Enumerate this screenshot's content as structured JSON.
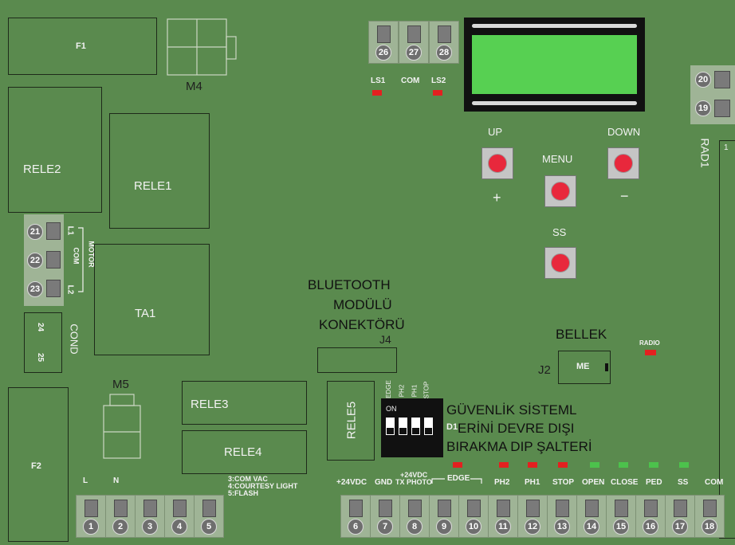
{
  "colors": {
    "board": "#5a8a4e",
    "led_red": "#e32020",
    "led_green": "#4cc24c",
    "button_cap": "#e8283c",
    "lcd": "#57d052"
  },
  "components": {
    "f1": "F1",
    "f2": "F2",
    "m4": "M4",
    "m5": "M5",
    "rele1": "RELE1",
    "rele2": "RELE2",
    "rele3": "RELE3",
    "rele4": "RELE4",
    "rele5": "RELE5",
    "ta1": "TA1",
    "rad1": "RAD1",
    "rad1_pin": "1",
    "j4": "J4",
    "j2": "J2",
    "me": "ME",
    "d1": "D1",
    "cond": "COND"
  },
  "buttons": {
    "up": "UP",
    "down": "DOWN",
    "menu": "MENU",
    "ss": "SS",
    "plus": "+",
    "minus": "−"
  },
  "leds_top": {
    "ls1": "LS1",
    "com": "COM",
    "ls2": "LS2",
    "radio": "RADIO"
  },
  "annotations": {
    "bluetooth": [
      "BLUETOOTH",
      "MODÜLÜ",
      "KONEKTÖRÜ"
    ],
    "bellek": "BELLEK",
    "dip": [
      "GÜVENLİK SİSTEML",
      "ERİNİ DEVRE DIŞI",
      "BIRAKMA DIP ŞALTERİ"
    ]
  },
  "motor_labels": {
    "l1": "L1",
    "motor": "MOTOR",
    "com": "COM",
    "l2": "L2"
  },
  "dip_switch": {
    "on": "ON",
    "labels": [
      "EDGE",
      "PH2",
      "PH1",
      "STOP"
    ]
  },
  "terminals": {
    "top": [
      "26",
      "27",
      "28"
    ],
    "right": [
      "20",
      "19"
    ],
    "motor": [
      "21",
      "22",
      "23"
    ],
    "cond": [
      "24",
      "25"
    ],
    "bottom_left": [
      "1",
      "2",
      "3",
      "4",
      "5"
    ],
    "bottom_right": [
      "6",
      "7",
      "8",
      "9",
      "10",
      "11",
      "12",
      "13",
      "14",
      "15",
      "16",
      "17",
      "18"
    ]
  },
  "power_labels": {
    "l": "L",
    "n": "N",
    "out": [
      "3:COM VAC",
      "4:COURTESY LIGHT",
      "5:FLASH"
    ]
  },
  "bottom_labels": {
    "v24": "+24VDC",
    "gnd": "GND",
    "tx_photo": [
      "+24VDC",
      "TX PHOTO"
    ],
    "edge": "EDGE",
    "ph2": "PH2",
    "ph1": "PH1",
    "stop": "STOP",
    "open": "OPEN",
    "close": "CLOSE",
    "ped": "PED",
    "ss": "SS",
    "com": "COM"
  }
}
